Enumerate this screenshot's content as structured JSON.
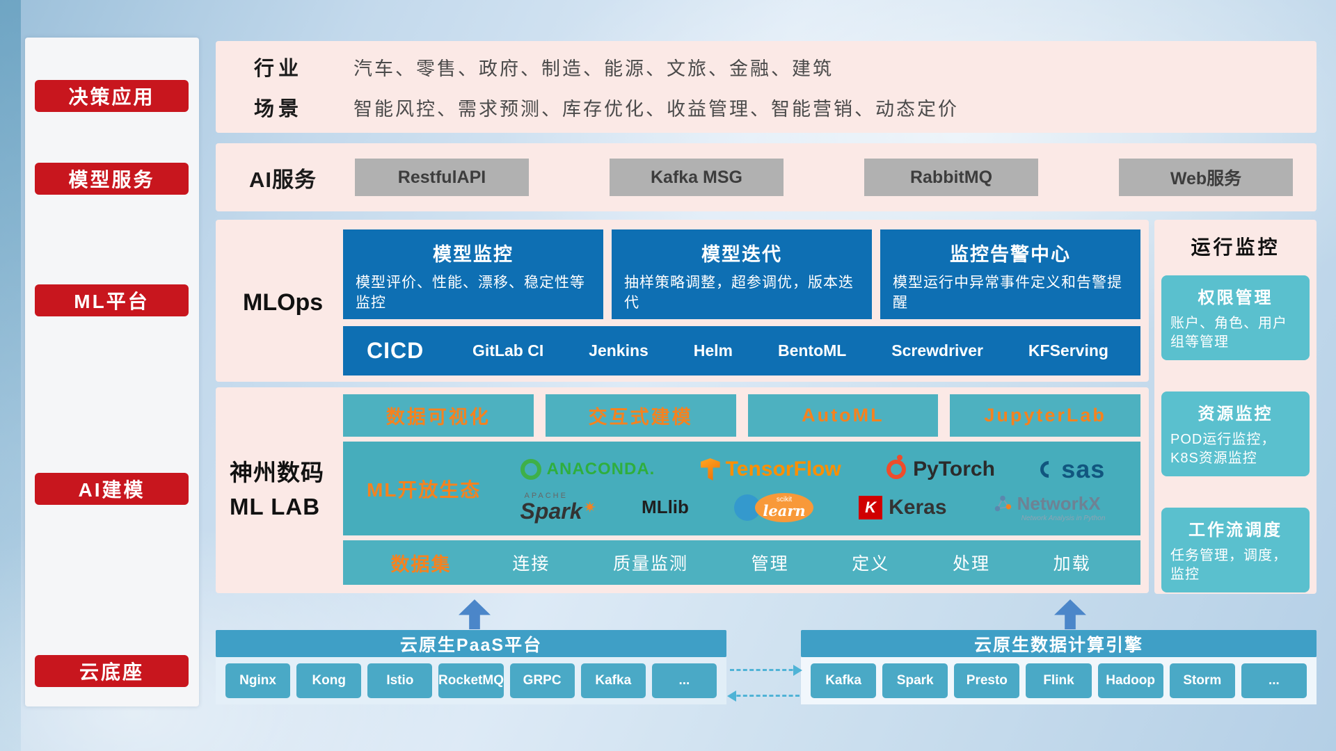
{
  "colors": {
    "accent_red": "#c8161e",
    "band_pink": "#fbe9e6",
    "mlops_blue": "#0e6fb3",
    "teal": "#4db1c0",
    "teal_light": "#5ac0ce",
    "orange": "#f5821f",
    "bottom_blue": "#3f9fc6",
    "node_teal": "#4aa9c6"
  },
  "sidebar": {
    "items": [
      "决策应用",
      "模型服务",
      "ML平台",
      "AI建模",
      "云底座"
    ]
  },
  "industry": {
    "row1_label": "行业",
    "row1_text": "汽车、零售、政府、制造、能源、文旅、金融、建筑",
    "row2_label": "场景",
    "row2_text": "智能风控、需求预测、库存优化、收益管理、智能营销、动态定价"
  },
  "ai_service": {
    "label": "AI服务",
    "buttons": [
      "RestfulAPI",
      "Kafka MSG",
      "RabbitMQ",
      "Web服务"
    ]
  },
  "mlops": {
    "label": "MLOps",
    "cards": [
      {
        "title": "模型监控",
        "desc": "模型评价、性能、漂移、稳定性等监控"
      },
      {
        "title": "模型迭代",
        "desc": "抽样策略调整，超参调优，版本迭代"
      },
      {
        "title": "监控告警中心",
        "desc": "模型运行中异常事件定义和告警提醒"
      }
    ],
    "cicd_label": "CICD",
    "cicd_tools": [
      "GitLab CI",
      "Jenkins",
      "Helm",
      "BentoML",
      "Screwdriver",
      "KFServing"
    ]
  },
  "mllab": {
    "label_line1": "神州数码",
    "label_line2": "ML LAB",
    "top_tools": [
      "数据可视化",
      "交互式建模",
      "AutoML",
      "JupyterLab"
    ],
    "eco_label": "ML开放生态",
    "logos": {
      "anaconda": "ANACONDA.",
      "tensorflow": "TensorFlow",
      "pytorch": "PyTorch",
      "sas": "sas",
      "spark_super": "APACHE",
      "spark": "Spark",
      "spark_star": "✷",
      "mllib": "MLlib",
      "sklearn_small": "scikit",
      "sklearn": "learn",
      "keras_k": "K",
      "keras": "Keras",
      "networkx": "NetworkX",
      "networkx_sub": "Network Analysis in Python"
    },
    "dataset_label": "数据集",
    "dataset_items": [
      "连接",
      "质量监测",
      "管理",
      "定义",
      "处理",
      "加载"
    ]
  },
  "monitor": {
    "title": "运行监控",
    "cards": [
      {
        "title": "权限管理",
        "desc": "账户、角色、用户组等管理"
      },
      {
        "title": "资源监控",
        "desc": "POD运行监控，K8S资源监控"
      },
      {
        "title": "工作流调度",
        "desc": "任务管理，调度，监控"
      }
    ]
  },
  "bottom": {
    "left_title": "云原生PaaS平台",
    "left_items": [
      "Nginx",
      "Kong",
      "Istio",
      "RocketMQ",
      "GRPC",
      "Kafka",
      "..."
    ],
    "right_title": "云原生数据计算引擎",
    "right_items": [
      "Kafka",
      "Spark",
      "Presto",
      "Flink",
      "Hadoop",
      "Storm",
      "..."
    ]
  }
}
